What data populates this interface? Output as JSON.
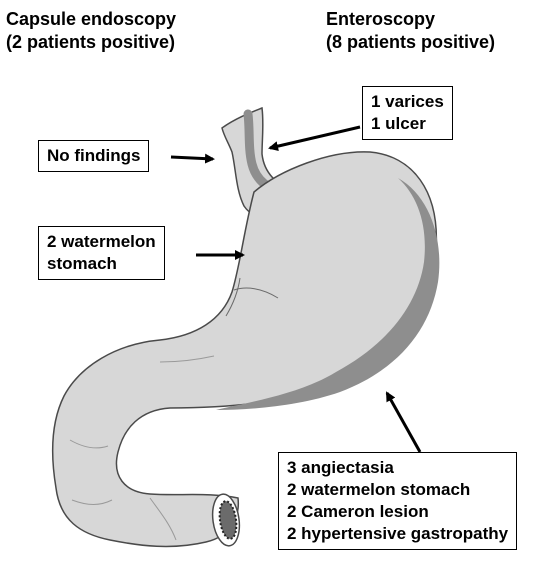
{
  "headings": {
    "capsule": {
      "line1": "Capsule endoscopy",
      "line2": "(2 patients positive)"
    },
    "enteroscopy": {
      "line1": "Enteroscopy",
      "line2": "(8 patients positive)"
    }
  },
  "callouts": {
    "no_findings": {
      "lines": [
        "No findings"
      ]
    },
    "esophagus_findings": {
      "lines": [
        "1 varices",
        "1 ulcer"
      ]
    },
    "capsule_watermelon": {
      "lines": [
        "2 watermelon",
        "stomach"
      ]
    },
    "stomach_findings": {
      "lines": [
        "3 angiectasia",
        "2 watermelon stomach",
        "2 Cameron lesion",
        "2 hypertensive gastropathy"
      ]
    }
  },
  "colors": {
    "organ_fill": "#d7d7d7",
    "organ_shadow": "#8e8e8e",
    "outline": "#4a4a4a",
    "text": "#000000"
  }
}
